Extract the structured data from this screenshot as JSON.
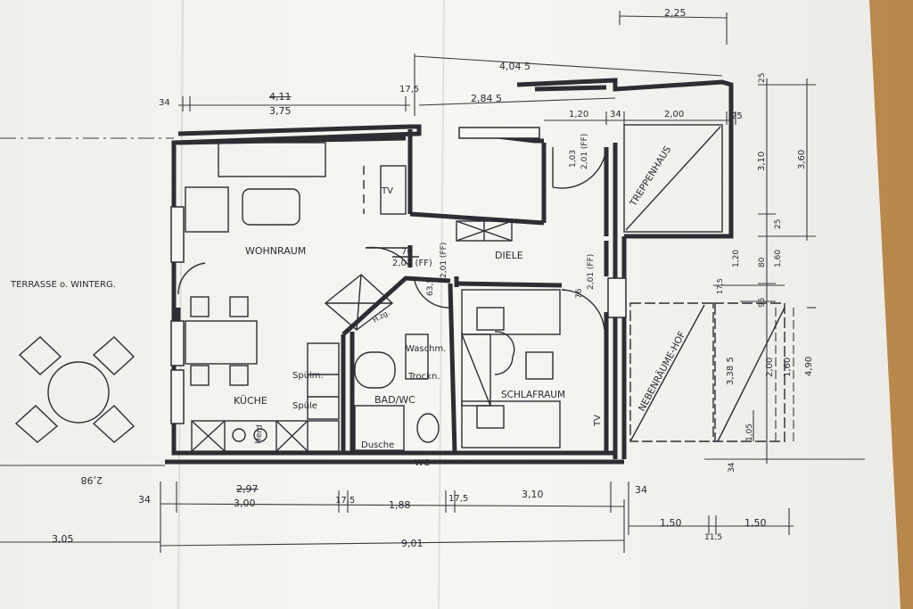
{
  "rooms": {
    "wohnraum": "WOHNRAUM",
    "kueche": "KÜCHE",
    "diele": "DIELE",
    "bad_wc": "BAD/WC",
    "schlafraum": "SCHLAFRAUM",
    "treppenhaus": "TREPPENHAUS",
    "nebenraeume_hof": "NEBENRÄUME-HOF",
    "terrasse": "TERRASSE o. WINTERG."
  },
  "fixtures": {
    "tv_left": "TV",
    "tv_right": "TV",
    "spuelm": "Spülm.",
    "spuele": "Spüle",
    "herd": "Herd",
    "waschm": "Waschm.",
    "trockn": "Trockn.",
    "dusche": "Dusche",
    "wc": "WC",
    "hzg": "H.zg."
  },
  "doors": {
    "d1": "76",
    "d1b": "2,01 (FF)",
    "d2": "63,5",
    "d2b": "2,01 (FF)",
    "d3": "1,03",
    "d3b": "2,01 (FF)",
    "d4": "76",
    "d4b": "2,01 (FF)"
  },
  "dimensions": {
    "top_2_25": "2,25",
    "top_4_045": "4,04 5",
    "top_34": "34",
    "top_4_11": "4,11",
    "top_3_75": "3,75",
    "top_17_5": "17,5",
    "top_2_845": "2,84 5",
    "top_1_20": "1,20",
    "top_34b": "34",
    "top_2_00": "2,00",
    "top_25a": "25",
    "top_25b": "25",
    "right_3_10": "3,10",
    "right_3_60": "3,60",
    "right_25": "25",
    "right_1_20": "1,20",
    "right_80": "80",
    "right_1_60": "1,60",
    "right_17_5": "17,5",
    "right_95": "95",
    "right_3_385": "3,38 5",
    "right_2_00": "2,00",
    "right_1_60b": "1,60",
    "right_4_90": "4,90",
    "right_1_05": "1,05",
    "bottom_34_left": "34",
    "bottom_2_97": "2,97",
    "bottom_3_00": "3,00",
    "bottom_17_5a": "17,5",
    "bottom_1_88": "1,88",
    "bottom_17_5b": "17,5",
    "bottom_3_10": "3,10",
    "bottom_34_right": "34",
    "bottom_34_mid": "34",
    "bottom_1_50a": "1,50",
    "bottom_11_5": "11,5",
    "bottom_1_50b": "1,50",
    "bottom_3_05": "3,05",
    "bottom_9_01": "9,01",
    "bottom_2_98": "2,98"
  },
  "colors": {
    "paper": "#f4f4f1",
    "ink": "#2d2d33",
    "table_wood": "#c9a06a"
  }
}
